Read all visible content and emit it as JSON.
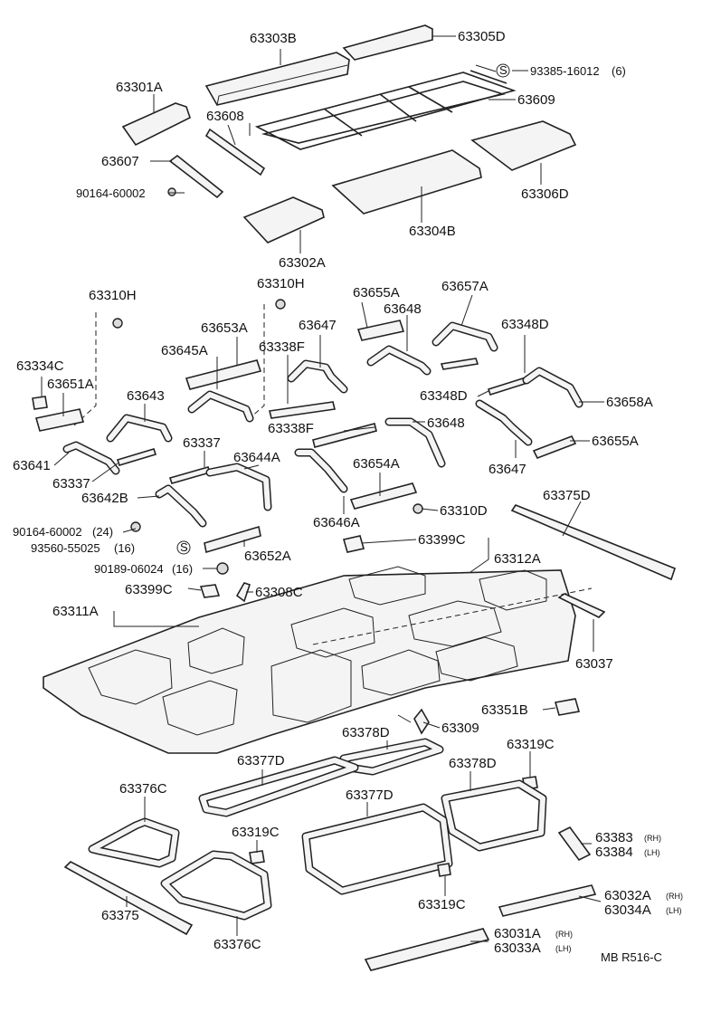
{
  "labels": {
    "p63303B": "63303B",
    "p63305D": "63305D",
    "p93385": "93385-16012",
    "p93385q": "(6)",
    "p63301A": "63301A",
    "p63608": "63608",
    "p63609": "63609",
    "p63607": "63607",
    "p90164a": "90164-60002",
    "p63306D": "63306D",
    "p63304B": "63304B",
    "p63302A": "63302A",
    "p63310Ha": "63310H",
    "p63310Hb": "63310H",
    "p63655Aa": "63655A",
    "p63657A": "63657A",
    "p63653A": "63653A",
    "p63647a": "63647",
    "p63648a": "63648",
    "p63348Da": "63348D",
    "p63645A": "63645A",
    "p63338Fa": "63338F",
    "p63334C": "63334C",
    "p63651A": "63651A",
    "p63643": "63643",
    "p63348Db": "63348D",
    "p63658A": "63658A",
    "p63338Fb": "63338F",
    "p63648b": "63648",
    "p63337a": "63337",
    "p63655Ab": "63655A",
    "p63641": "63641",
    "p63644A": "63644A",
    "p63647b": "63647",
    "p63337b": "63337",
    "p63654A": "63654A",
    "p63642B": "63642B",
    "p63375D": "63375D",
    "p63310D": "63310D",
    "p63646A": "63646A",
    "p90164b": "90164-60002",
    "p90164bq": "(24)",
    "p93560": "93560-55025",
    "p93560q": "(16)",
    "p63652A": "63652A",
    "p63399Ca": "63399C",
    "p63312A": "63312A",
    "p90189": "90189-06024",
    "p90189q": "(16)",
    "p63399Cb": "63399C",
    "p63308C": "63308C",
    "p63311A": "63311A",
    "p63037": "63037",
    "p63351B": "63351B",
    "p63309": "63309",
    "p63378Da": "63378D",
    "p63319Ca": "63319C",
    "p63377Da": "63377D",
    "p63378Db": "63378D",
    "p63376Ca": "63376C",
    "p63377Db": "63377D",
    "p63319Cb": "63319C",
    "p63383": "63383",
    "p63383s": "(RH)",
    "p63384": "63384",
    "p63384s": "(LH)",
    "p63319Cc": "63319C",
    "p63032A": "63032A",
    "p63032As": "(RH)",
    "p63034A": "63034A",
    "p63034As": "(LH)",
    "p63375": "63375",
    "p63376Cb": "63376C",
    "p63031A": "63031A",
    "p63031As": "(RH)",
    "p63033A": "63033A",
    "p63033As": "(LH)",
    "ref": "MB R516-C",
    "s1": "S",
    "s2": "S"
  }
}
